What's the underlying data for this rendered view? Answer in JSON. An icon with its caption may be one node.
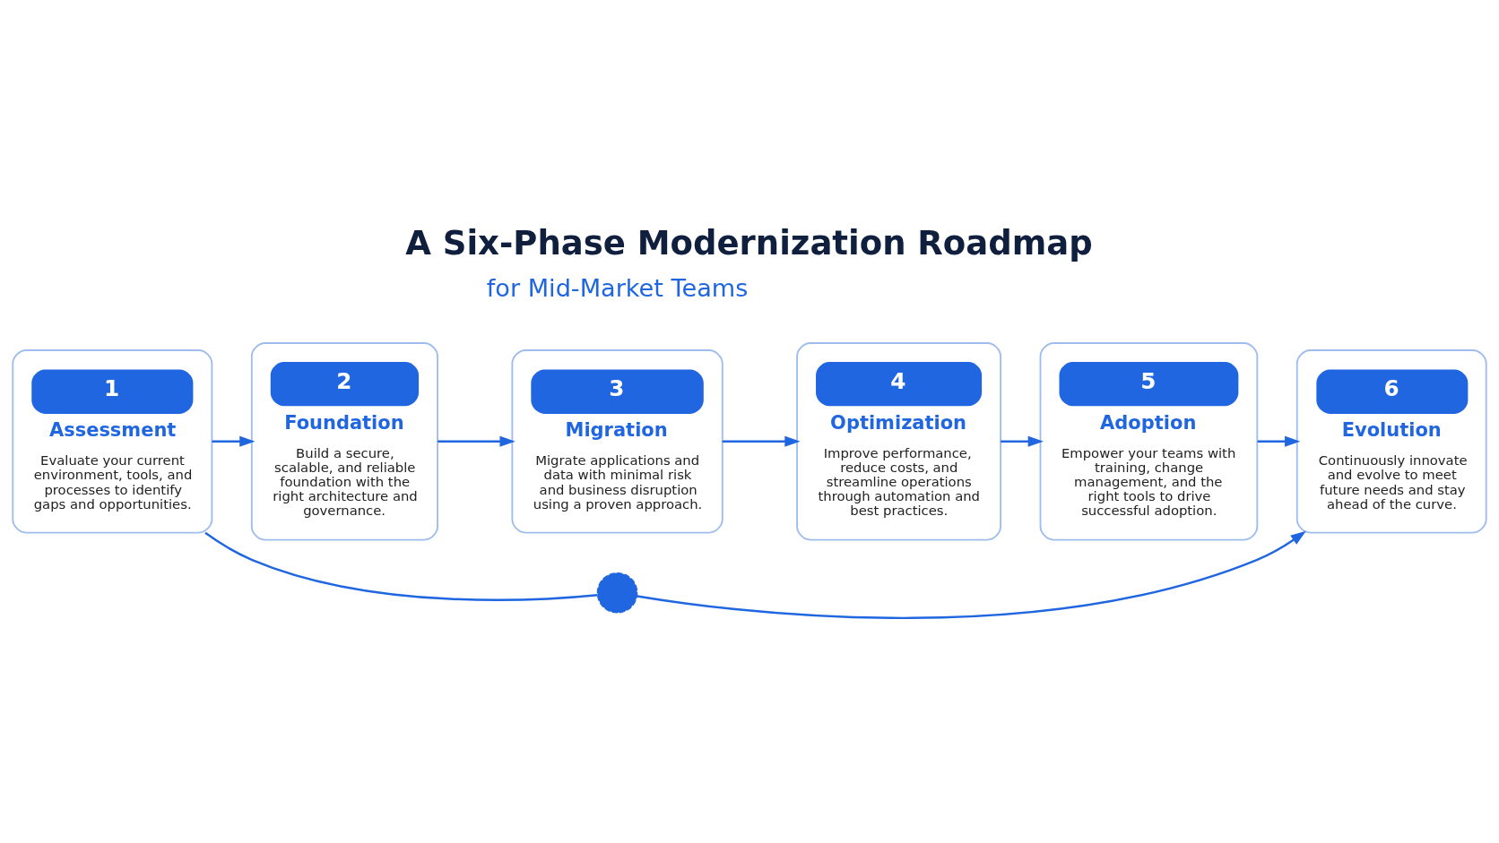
{
  "diagram": {
    "title": "A Six-Phase Modernization Roadmap",
    "nodes": [
      {
        "text": [
          "1",
          "Assessment",
          "Evaluate your current environment, tools, and processes to identify gaps and opportunities."
        ]
      },
      {
        "text": [
          "2",
          "Foundation",
          "Build a secure, scalable, and reliable foundation with the right architecture and governance."
        ]
      },
      {
        "text": [
          "3",
          "Migration",
          "Migrate applications and data with minimal risk and business disruption using a proven approach."
        ]
      },
      {
        "text": [
          "4",
          "Optimization",
          "Improve performance, reduce costs, and streamline operations through automation and best practices."
        ]
      },
      {
        "text": [
          "5",
          "Adoption",
          "Empower your teams with training, change management, and the right tools to drive successful adoption."
        ]
      },
      {
        "text": [
          "6",
          "Evolution",
          "Continuously innovate and evolve to meet future needs and stay ahead of the curve."
        ]
      },
      {
        "text": [],
        "shape": "circle"
      }
    ],
    "edges": [
      {
        "from": 0,
        "to": 1,
        "arrow": "to"
      },
      {
        "from": 1,
        "to": 2,
        "arrow": "to"
      },
      {
        "from": 2,
        "to": 3,
        "arrow": "to"
      },
      {
        "from": 3,
        "to": 4,
        "arrow": "to"
      },
      {
        "from": 4,
        "to": 5,
        "arrow": "to"
      },
      {
        "from": 0,
        "to": 6,
        "arrow": "none"
      },
      {
        "from": 6,
        "to": 5,
        "arrow": "to"
      }
    ],
    "labels": [
      "for Mid-Market Teams"
    ]
  }
}
